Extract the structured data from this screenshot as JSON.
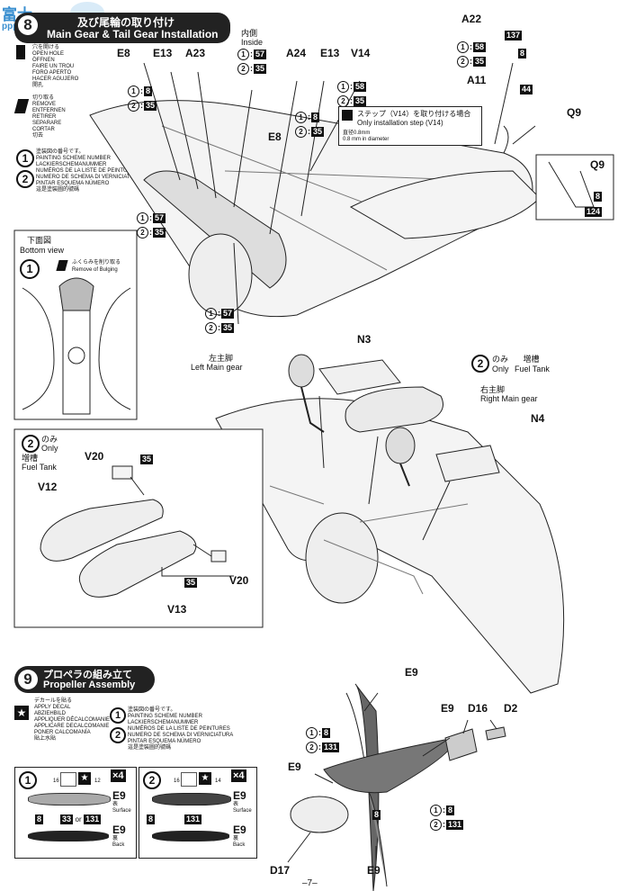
{
  "watermark": {
    "line1": "富士",
    "line2": "ppp.com"
  },
  "step8": {
    "jp_title": "及び尾輪の取り付け",
    "en_title": "Main Gear & Tail Gear Installation",
    "inside_jp": "内側",
    "inside_en": "Inside",
    "open_hole": [
      "穴を開ける",
      "OPEN HOLE",
      "ÖFFNEN",
      "FAIRE UN TROU",
      "FORO APERTO",
      "HACER AGUJERO",
      "開孔"
    ],
    "remove": [
      "切り取る",
      "REMOVE",
      "ENTFERNEN",
      "RETIRER",
      "SEPARARE",
      "CORTAR",
      "切去"
    ],
    "painting_scheme": [
      "塗装図の番号です。",
      "PAINTING SCHEME NUMBER",
      "LACKIERSCHEMANUMMER",
      "NUMÉROS DE LA LISTE DE PEINTURES",
      "NUMERO DE SCHEMA DI VERNICIATURA",
      "PINTAR ESQUEMA NÚMERO",
      "這是塗裝圖的號碼"
    ],
    "parts": {
      "e8": "E8",
      "e13": "E13",
      "a23": "A23",
      "a24": "A24",
      "e13b": "E13",
      "v14": "V14",
      "a22": "A22",
      "a11": "A11",
      "q9": "Q9",
      "e8b": "E8",
      "q9b": "Q9"
    },
    "v14_note_jp": "ステップ（V14）を取り付ける場合",
    "v14_note_en": "Only installation step (V14)",
    "drill_note_jp": "直径0.8mm",
    "drill_note_en": "0.8 mm in diameter",
    "bottom_view_jp": "下面図",
    "bottom_view_en": "Bottom view",
    "bulging_jp": "ふくらみを削り取る",
    "bulging_en": "Remove of Bulging",
    "colors": {
      "c1": "1",
      "c2": "2",
      "v8": "8",
      "v35": "35",
      "v57": "57",
      "v58": "58",
      "v137": "137",
      "v44": "44",
      "v124": "124"
    }
  },
  "fuel_section": {
    "n3": "N3",
    "n4": "N4",
    "only_jp": "のみ",
    "only_en": "Only",
    "fuel_tank_jp": "増槽",
    "fuel_tank_en": "Fuel Tank",
    "left_main_jp": "左主脚",
    "left_main_en": "Left Main gear",
    "right_main_jp": "右主脚",
    "right_main_en": "Right Main gear",
    "inset_only_jp": "のみ",
    "inset_only_en": "Only",
    "inset_tank_jp": "増槽",
    "inset_tank_en": "Fuel Tank",
    "v20": "V20",
    "v12": "V12",
    "v13": "V13",
    "v20b": "V20",
    "c35": "35",
    "c35b": "35"
  },
  "step9": {
    "num": "9",
    "jp_title": "プロペラの組み立て",
    "en_title": "Propeller Assembly",
    "decal": [
      "デカールを貼る",
      "APPLY DECAL",
      "ABZIEHBILD",
      "APPLIQUER DÉCALCOMANIE",
      "APPLICARE DECALCOMANIE",
      "PONER CALCOMANÍA",
      "貼上水貼"
    ],
    "scheme": [
      "塗装図の番号です。",
      "PAINTING SCHEME NUMBER",
      "LACKIERSCHEMANUMMER",
      "NUMÉROS DE LA LISTE DE PEINTURES",
      "NUMERO DE SCHEMA DI VERNICIATURA",
      "PINTAR ESQUEMA NÚMERO",
      "這是塗裝圖的號碼"
    ],
    "left_panel": {
      "c16": "16",
      "c12": "12",
      "x4": "×4",
      "e9": "E9",
      "surface_jp": "表",
      "surface_en": "Surface",
      "c8": "8",
      "c33": "33",
      "or": "or",
      "c131": "131",
      "e9b": "E9",
      "back_jp": "裏",
      "back_en": "Back"
    },
    "right_panel": {
      "c16": "16",
      "c14": "14",
      "x4": "×4",
      "e9": "E9",
      "surface_jp": "表",
      "surface_en": "Surface",
      "c8": "8",
      "c131": "131",
      "e9b": "E9",
      "back_jp": "裏",
      "back_en": "Back"
    },
    "parts": {
      "e9_top": "E9",
      "e9_mid": "E9",
      "d16": "D16",
      "d2": "D2",
      "e9_left": "E9",
      "d17": "D17",
      "e9_bottom": "E9"
    },
    "chips": {
      "v8": "8",
      "v131": "131"
    }
  },
  "page_number": "–7–"
}
